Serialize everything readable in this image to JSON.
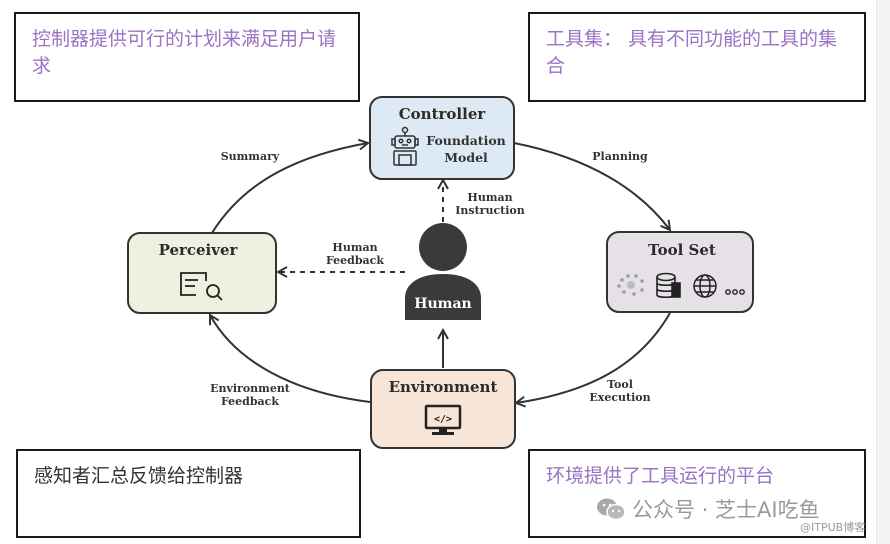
{
  "notes": {
    "controller_note": "控制器提供可行的计划来满足用户请求",
    "toolset_note": "工具集： 具有不同功能的工具的集合",
    "perceiver_note": "感知者汇总反馈给控制器",
    "environment_note": "环境提供了工具运行的平台"
  },
  "nodes": {
    "controller": {
      "title": "Controller",
      "subtitle_line1": "Foundation",
      "subtitle_line2": "Model",
      "icon": "robot-icon",
      "color": "#dde9f5"
    },
    "toolset": {
      "title": "Tool Set",
      "icons": [
        "network-icon",
        "database-server-icon",
        "globe-icon",
        "more-icon"
      ],
      "color": "#e6e1e6"
    },
    "perceiver": {
      "title": "Perceiver",
      "icon": "document-search-icon",
      "color": "#eef0e0"
    },
    "environment": {
      "title": "Environment",
      "icon": "monitor-code-icon",
      "color": "#f7e6d8"
    },
    "human": {
      "title": "Human",
      "icon": "person-icon",
      "color": "#3a3a3a"
    }
  },
  "edges": {
    "summary": "Summary",
    "planning": "Planning",
    "tool_execution_1": "Tool",
    "tool_execution_2": "Execution",
    "environment_feedback_1": "Environment",
    "environment_feedback_2": "Feedback",
    "human_instruction_1": "Human",
    "human_instruction_2": "Instruction",
    "human_feedback_1": "Human",
    "human_feedback_2": "Feedback"
  },
  "watermark": {
    "wechat": "公众号 · 芝士AI吃鱼",
    "itpub": "@ITPUB博客"
  }
}
